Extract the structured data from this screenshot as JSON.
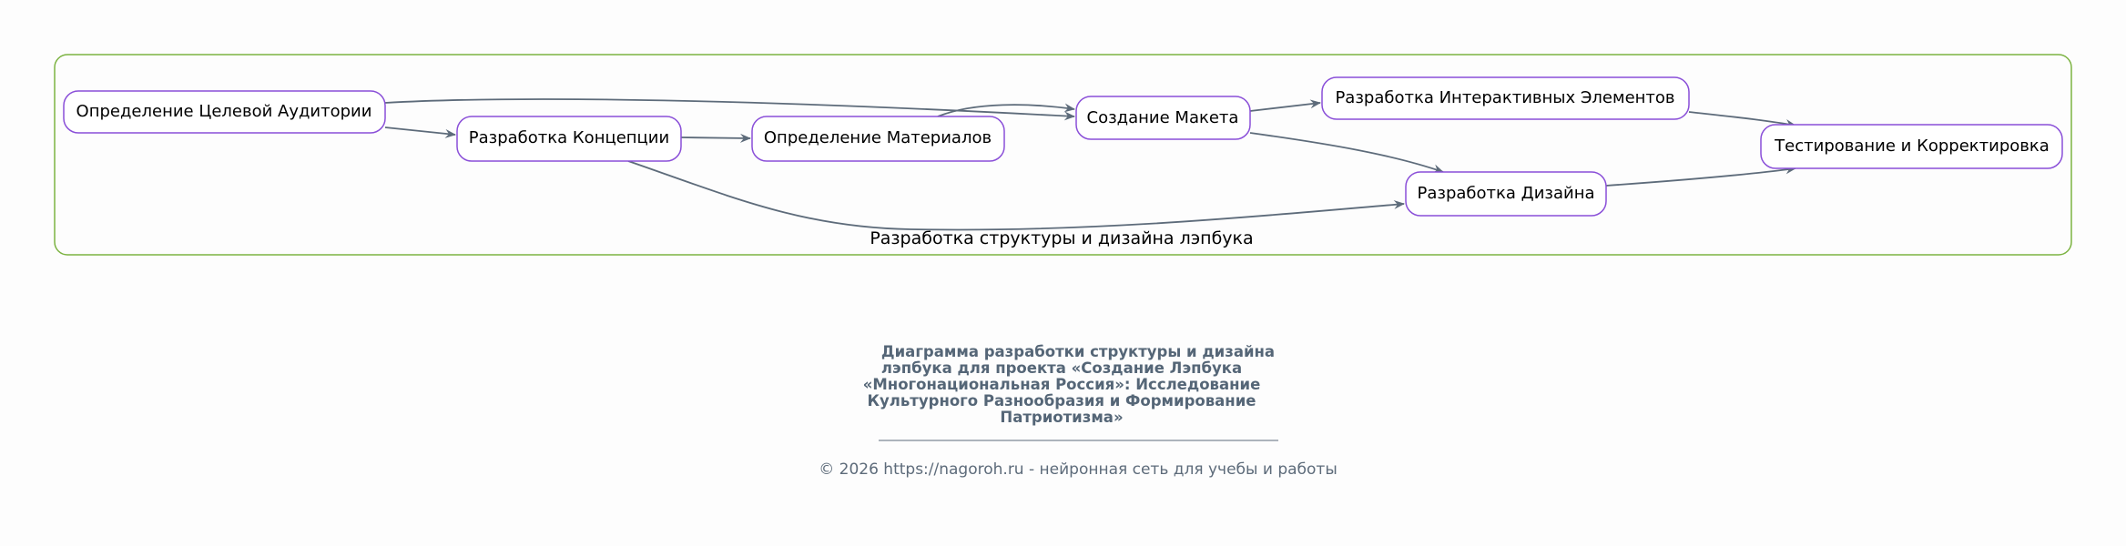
{
  "cluster": {
    "label": "Разработка структуры и дизайна лэпбука"
  },
  "nodes": {
    "audience": "Определение Целевой Аудитории",
    "concept": "Разработка Концепции",
    "materials": "Определение Материалов",
    "layout": "Создание Макета",
    "interactive": "Разработка Интерактивных Элементов",
    "design": "Разработка Дизайна",
    "testing": "Тестирование и Корректировка"
  },
  "edges": [
    {
      "from": "audience",
      "to": "concept"
    },
    {
      "from": "audience",
      "to": "layout"
    },
    {
      "from": "concept",
      "to": "materials"
    },
    {
      "from": "concept",
      "to": "design"
    },
    {
      "from": "materials",
      "to": "layout"
    },
    {
      "from": "layout",
      "to": "interactive"
    },
    {
      "from": "layout",
      "to": "design"
    },
    {
      "from": "interactive",
      "to": "testing"
    },
    {
      "from": "design",
      "to": "testing"
    }
  ],
  "title_lines": [
    "Диаграмма разработки структуры и дизайна",
    "лэпбука для проекта «Создание Лэпбука",
    "«Многонациональная Россия»: Исследование",
    "Культурного Разнообразия и Формирование",
    "Патриотизма»"
  ],
  "footer": "© 2026 https://nagoroh.ru - нейронная сеть для учебы и работы",
  "colors": {
    "node_border": "#8a4fd8",
    "cluster_border": "#7cb342",
    "edge": "#5d6b7a",
    "title": "#556677"
  }
}
